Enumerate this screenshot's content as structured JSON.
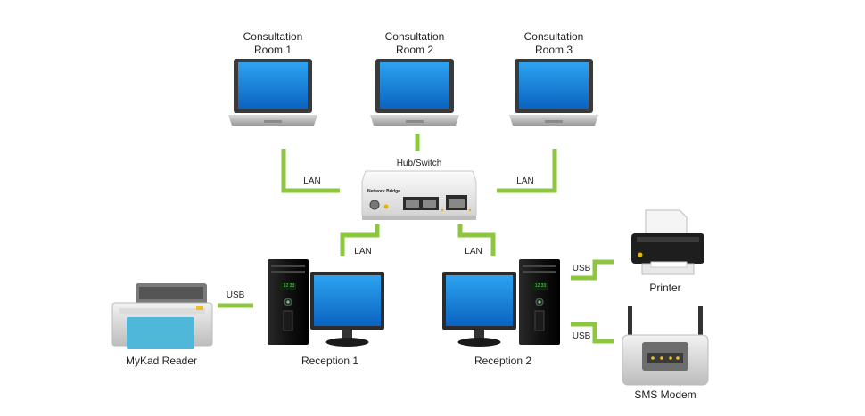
{
  "title": "",
  "nodes": {
    "room1": {
      "line1": "Consultation",
      "line2": "Room 1"
    },
    "room2": {
      "line1": "Consultation",
      "line2": "Room 2"
    },
    "room3": {
      "line1": "Consultation",
      "line2": "Room 3"
    },
    "hub": {
      "label": "Hub/Switch",
      "device_text": "Network Bridge"
    },
    "reception1": {
      "label": "Reception 1",
      "tower_display": "12 33"
    },
    "reception2": {
      "label": "Reception 2",
      "tower_display": "12 33"
    },
    "mykad": {
      "label": "MyKad Reader"
    },
    "printer": {
      "label": "Printer"
    },
    "sms": {
      "label": "SMS Modem"
    }
  },
  "links": {
    "lan_room1": "LAN",
    "lan_room3": "LAN",
    "lan_rec1": "LAN",
    "lan_rec2": "LAN",
    "usb_mykad": "USB",
    "usb_printer": "USB",
    "usb_sms": "USB"
  },
  "colors": {
    "link": "#8dc63f",
    "screen": "#1a8fe0",
    "screen_dark": "#0a5fb0",
    "card": "#4fb8d8"
  }
}
